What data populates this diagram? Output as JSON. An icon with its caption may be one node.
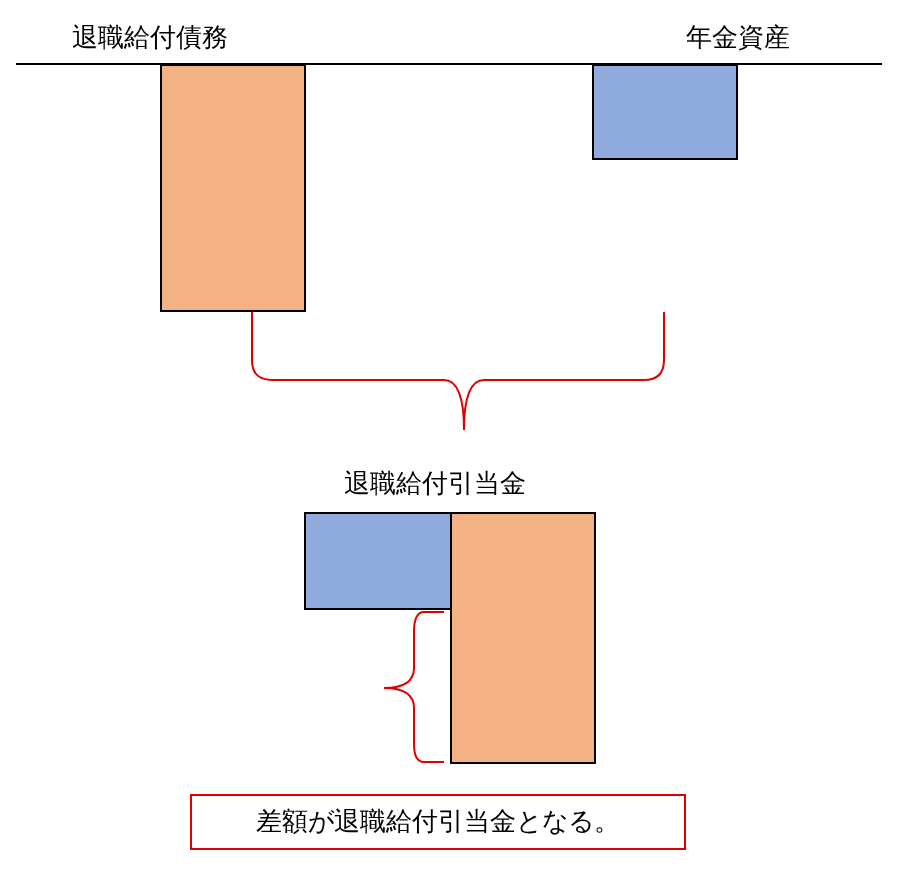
{
  "diagram": {
    "nodes": [
      {
        "text": [
          "退職給付債務"
        ]
      },
      {
        "text": [
          "年金資産"
        ]
      },
      {
        "text": [],
        "shape": "bar"
      },
      {
        "text": [],
        "shape": "bar"
      },
      {
        "text": [
          "差額が退職給付引当金となる。"
        ]
      }
    ],
    "labels": [
      "退職給付引当金"
    ]
  }
}
